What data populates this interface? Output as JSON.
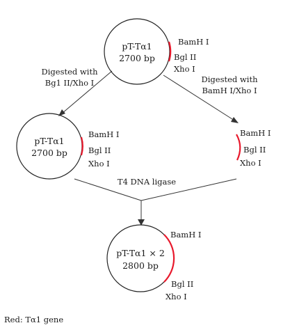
{
  "top": {
    "name": "pT-Tα1",
    "size": "2700 bp",
    "sites": [
      "BamH I",
      "Bgl II",
      "Xho I"
    ]
  },
  "left_digest": [
    "Digested with",
    "Bg1 II/Xho I"
  ],
  "right_digest": [
    "Digested with",
    "BamH I/Xho I"
  ],
  "mid_left": {
    "name": "pT-Tα1",
    "size": "2700 bp",
    "sites": [
      "BamH I",
      "Bgl II",
      "Xho I"
    ]
  },
  "mid_right": {
    "sites": [
      "BamH I",
      "Bgl II",
      "Xho I"
    ]
  },
  "ligase": "T4 DNA ligase",
  "bottom": {
    "name": "pT-Tα1 × 2",
    "size": "2800 bp",
    "sites": [
      "BamH I",
      "Bgl II",
      "Xho I"
    ]
  },
  "legend": "Red: Tα1 gene",
  "colors": {
    "gene": "#e8192c",
    "line": "#333333"
  }
}
